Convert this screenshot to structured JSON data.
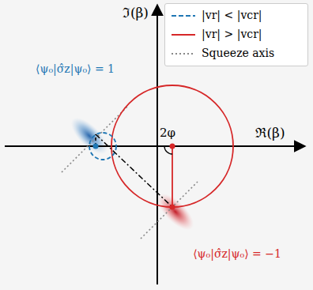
{
  "diagram": {
    "labels": [
      "ℑ(β)",
      "ℜ(β)",
      "2φ",
      "⟨ψ₀|σ̂z|ψ₀⟩ = 1",
      "⟨ψ₀|σ̂z|ψ₀⟩ = −1"
    ],
    "legend": [
      {
        "text": "|vr| < |vcr|"
      },
      {
        "text": "|vr| > |vcr|"
      },
      {
        "text": "Squeeze axis"
      }
    ]
  }
}
